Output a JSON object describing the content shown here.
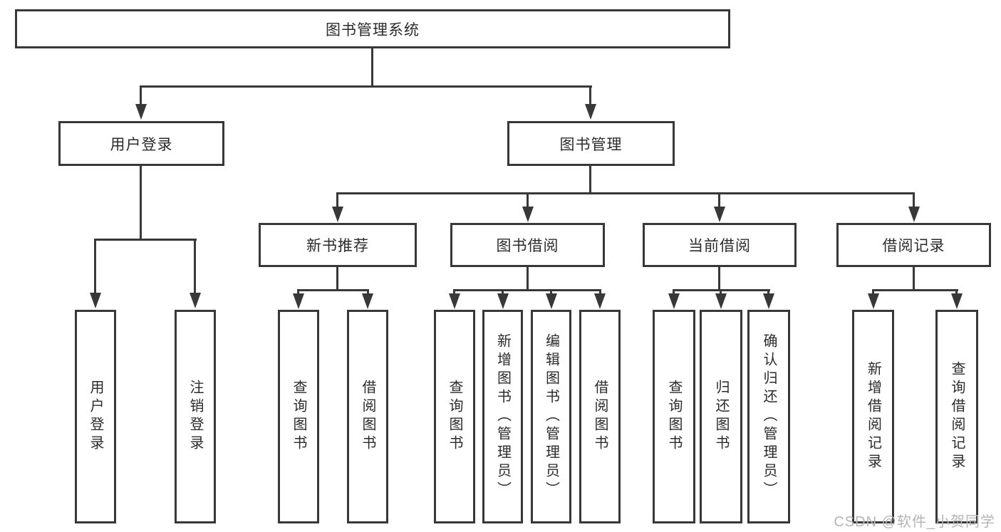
{
  "diagram": {
    "nodes": {
      "root": {
        "label": "图书管理系统"
      },
      "user_login": {
        "label": "用户登录"
      },
      "book_mgmt": {
        "label": "图书管理"
      },
      "new_book_rec": {
        "label": "新书推荐"
      },
      "book_borrow": {
        "label": "图书借阅"
      },
      "current_borrow": {
        "label": "当前借阅"
      },
      "borrow_records": {
        "label": "借阅记录"
      },
      "leaf_user_login": {
        "label": "用户登录"
      },
      "leaf_logout": {
        "label": "注销登录"
      },
      "leaf_nbr_query": {
        "label": "查询图书"
      },
      "leaf_nbr_borrow": {
        "label": "借阅图书"
      },
      "leaf_bb_query": {
        "label": "查询图书"
      },
      "leaf_bb_add": {
        "label": "新增图书（管理员）"
      },
      "leaf_bb_edit": {
        "label": "编辑图书（管理员）"
      },
      "leaf_bb_borrow": {
        "label": "借阅图书"
      },
      "leaf_cb_query": {
        "label": "查询图书"
      },
      "leaf_cb_return": {
        "label": "归还图书"
      },
      "leaf_cb_confirm": {
        "label": "确认归还（管理员）"
      },
      "leaf_br_add": {
        "label": "新增借阅记录"
      },
      "leaf_br_query": {
        "label": "查询借阅记录"
      }
    },
    "tree": {
      "图书管理系统": {
        "用户登录": [
          "用户登录",
          "注销登录"
        ],
        "图书管理": {
          "新书推荐": [
            "查询图书",
            "借阅图书"
          ],
          "图书借阅": [
            "查询图书",
            "新增图书（管理员）",
            "编辑图书（管理员）",
            "借阅图书"
          ],
          "当前借阅": [
            "查询图书",
            "归还图书",
            "确认归还（管理员）"
          ],
          "借阅记录": [
            "新增借阅记录",
            "查询借阅记录"
          ]
        }
      }
    }
  },
  "watermark": {
    "text": "CSDN @软件_小贺同学"
  },
  "colors": {
    "line": "#383838",
    "text": "#2b2b2b",
    "background": "#ffffff",
    "watermark": "#b5b5b5"
  }
}
